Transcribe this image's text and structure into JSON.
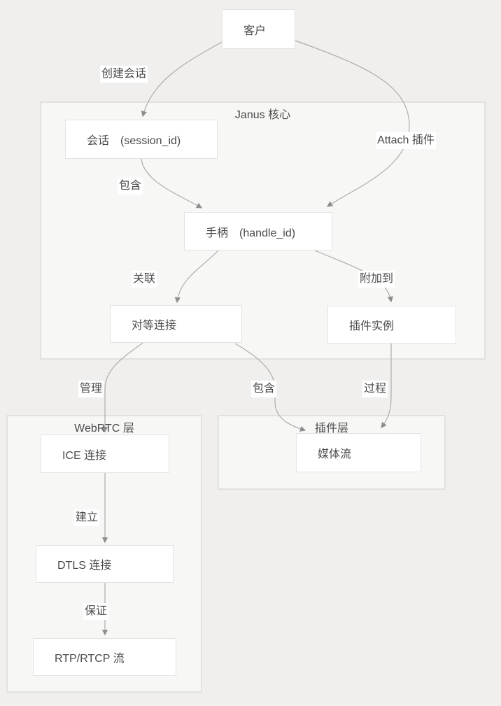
{
  "colors": {
    "page_bg": "#f0efed",
    "container_bg": "#f7f7f6",
    "container_border": "#e3e1df",
    "node_bg": "#ffffff",
    "node_border": "#e5e3e1",
    "edge_line": "#adadad",
    "arrowhead": "#8e8e8e",
    "text": "#4a4a4a"
  },
  "containers": {
    "janus_core": "Janus 核心",
    "webrtc_layer": "WebRTC 层",
    "plugin_layer": "插件层"
  },
  "nodes": {
    "client": "客户",
    "session": "会话　(session_id)",
    "handle": "手柄　(handle_id)",
    "peer_connection": "对等连接",
    "plugin_instance": "插件实例",
    "ice": "ICE 连接",
    "dtls": "DTLS 连接",
    "rtp": "RTP/RTCP 流",
    "media_stream": "媒体流"
  },
  "edge_labels": {
    "create_session": "创建会话",
    "attach_plugin": "Attach 插件",
    "contains_top": "包含",
    "associate": "关联",
    "attach_to": "附加到",
    "manage": "管理",
    "contains_bottom": "包含",
    "process": "过程",
    "establish": "建立",
    "guarantee": "保证"
  }
}
